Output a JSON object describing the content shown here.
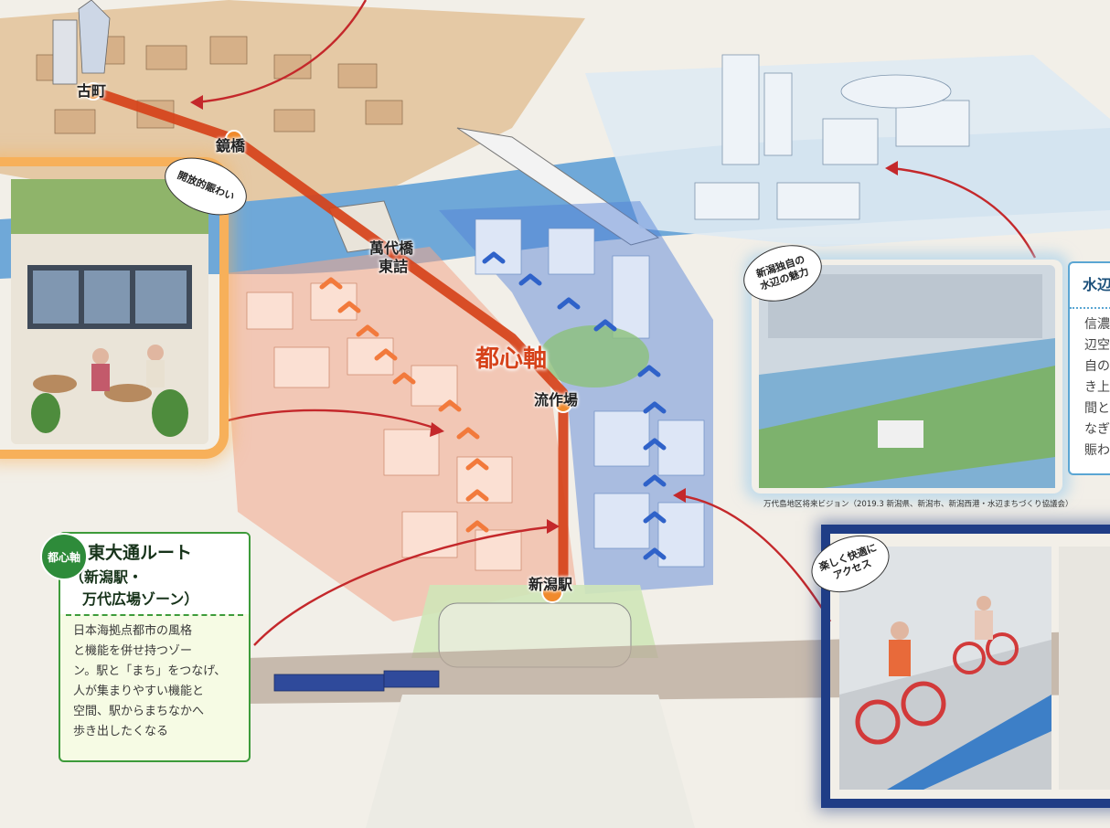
{
  "stations": {
    "furumachi": "古町",
    "kagamibashi": "鏡橋",
    "bandaibashi_line1": "萬代橋",
    "bandaibashi_line2": "東詰",
    "ryusakuba": "流作場",
    "niigata_station": "新潟駅"
  },
  "axis_label": "都心軸",
  "bubbles": {
    "open_bustle": "開放的賑わい",
    "waterfront_line1": "新潟独自の",
    "waterfront_line2": "水辺の魅力",
    "access_line1": "楽しく快適に",
    "access_line2": "アクセス"
  },
  "waterfront_card": {
    "title": "水辺",
    "lines": [
      "信濃",
      "辺空",
      "自の",
      "き上",
      "間と",
      "なぎ",
      "賑わ"
    ]
  },
  "credit": "万代島地区将来ビジョン（2019.3 新潟県、新潟市、新潟西港・水辺まちづくり協議会）",
  "route_card": {
    "badge": "都心軸",
    "title": "東大通ルート",
    "subtitle_line1": "（新潟駅・",
    "subtitle_line2": "万代広場ゾーン）",
    "body_lines": [
      "日本海拠点都市の風格",
      "と機能を併せ持つゾー",
      "ン。駅と「まち」をつなげ、",
      "人が集まりやすい機能と",
      "空間、駅からまちなかへ",
      "歩き出したくなる"
    ]
  },
  "colors": {
    "axis_orange": "#d6421a",
    "west_zone_pink": "#f2a58a",
    "east_zone_blue": "#4f7fd6",
    "river_blue": "#6fa8d8",
    "route_green": "#3d9b3a",
    "cafe_orange": "#f7b05a",
    "bike_navy": "#1f3d86"
  }
}
